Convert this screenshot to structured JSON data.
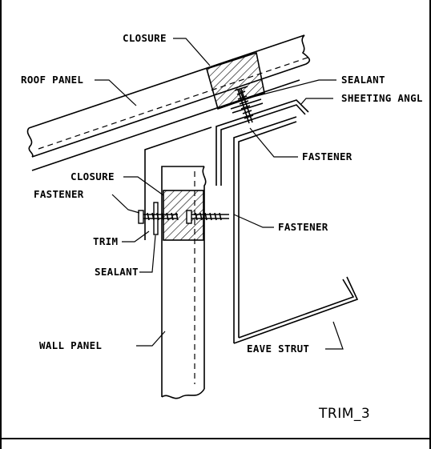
{
  "labels": {
    "closure_top": "CLOSURE",
    "roof_panel": "ROOF PANEL",
    "sealant_top": "SEALANT",
    "sheeting_angle": "SHEETING ANGL",
    "fastener_top": "FASTENER",
    "closure_mid": "CLOSURE",
    "fastener_left": "FASTENER",
    "fastener_right": "FASTENER",
    "trim": "TRIM",
    "sealant_low": "SEALANT",
    "wall_panel": "WALL PANEL",
    "eave_strut": "EAVE STRUT"
  },
  "drawing_name": "TRIM_3"
}
